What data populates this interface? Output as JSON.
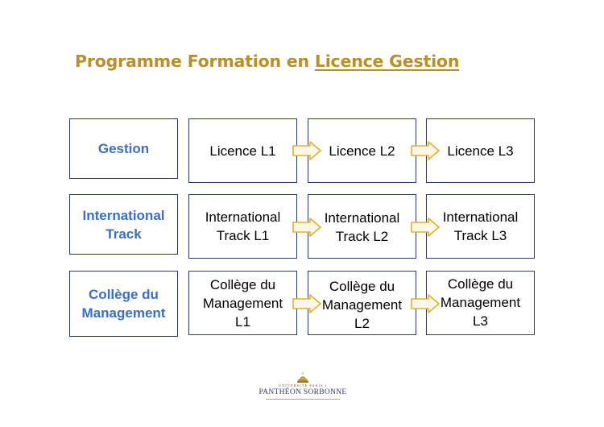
{
  "title": {
    "prefix": "Programme Formation en ",
    "underlined": "Licence Gestion"
  },
  "rows": [
    {
      "label": [
        "Gestion"
      ],
      "cells": [
        [
          "Licence L1"
        ],
        [
          "Licence L2"
        ],
        [
          "Licence L3"
        ]
      ]
    },
    {
      "label": [
        "International",
        "Track"
      ],
      "cells": [
        [
          "International",
          "Track L1"
        ],
        [
          "International",
          "Track L2"
        ],
        [
          "International",
          "Track L3"
        ]
      ]
    },
    {
      "label": [
        "Collège du",
        "Management"
      ],
      "cells": [
        [
          "Collège du",
          "Management",
          "L1"
        ],
        [
          "Collège du",
          "Management",
          "L2"
        ],
        [
          "Collège du",
          "Management",
          "L3"
        ]
      ]
    }
  ],
  "logo": {
    "university": "UNIVERSITÉ PARIS I",
    "name": "PANTHÉON SORBONNE"
  },
  "colors": {
    "title": "#b8902a",
    "row_label": "#3a6fc4",
    "box_border": "#2b3a6e",
    "arrow_stroke": "#e0b030",
    "arrow_fill": "#fdf7e4"
  }
}
